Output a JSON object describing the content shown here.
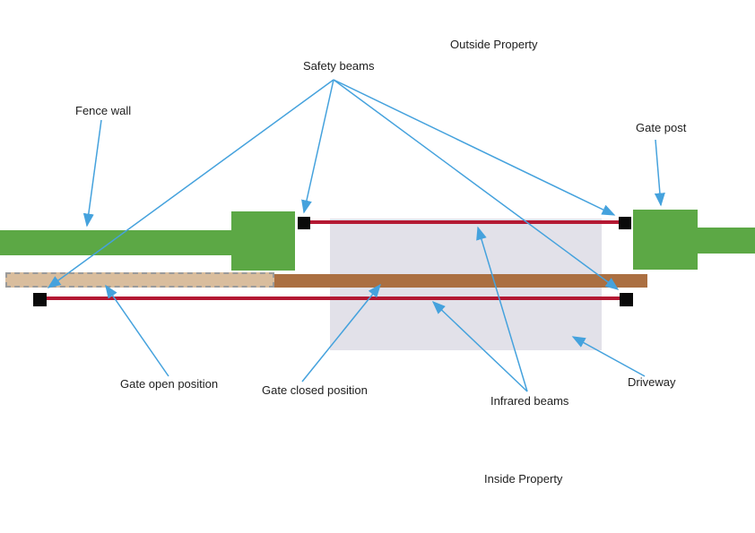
{
  "colors": {
    "wall_green": "#5ca845",
    "beam_red": "#b41933",
    "gate_brown": "#ab6f41",
    "gate_open_tan": "#d9bd9d",
    "driveway_gray": "#e2e1e9",
    "sensor_black": "#0a0a0a",
    "arrow_blue": "#45a2dd",
    "text_color": "#202020",
    "dash_gray": "#9b9b9b"
  },
  "regions": {
    "outside_property": "Outside Property",
    "inside_property": "Inside Property"
  },
  "labels": {
    "safety_beams": "Safety beams",
    "fence_wall": "Fence wall",
    "gate_post": "Gate post",
    "gate_open_position": "Gate open position",
    "gate_closed_position": "Gate closed position",
    "infrared_beams": "Infrared beams",
    "driveway": "Driveway"
  }
}
